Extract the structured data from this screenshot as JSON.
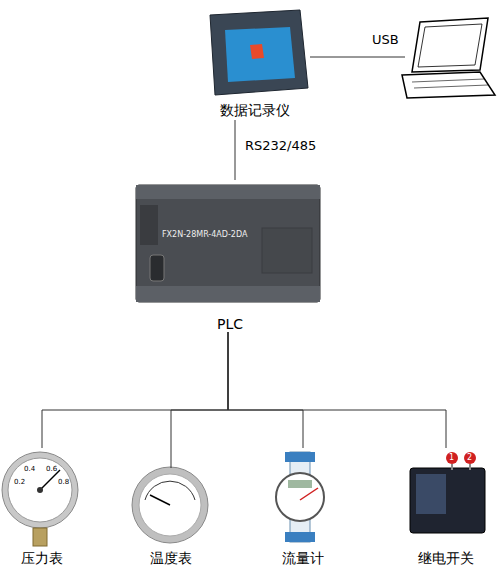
{
  "diagram": {
    "nodes": [
      {
        "text": [
          "数据记录仪"
        ]
      },
      {
        "text": [
          "FX2N-28MR-4AD-2DA",
          "PLC"
        ]
      },
      {
        "text": [
          "压力表"
        ]
      },
      {
        "text": [
          "温度表"
        ]
      },
      {
        "text": [
          "流量计"
        ]
      },
      {
        "text": [
          "继电开关"
        ]
      }
    ],
    "edges": [
      {
        "from": 0,
        "to": 1,
        "label": "RS232/485",
        "arrow": "none"
      },
      {
        "from": 1,
        "to": 2,
        "arrow": "none"
      },
      {
        "from": 1,
        "to": 3,
        "arrow": "none"
      },
      {
        "from": 1,
        "to": 4,
        "arrow": "none"
      },
      {
        "from": 1,
        "to": 5,
        "arrow": "none"
      }
    ],
    "labels": [
      "USB",
      "0.2",
      "0.4",
      "0.6",
      "0.8",
      "1",
      "2"
    ]
  }
}
